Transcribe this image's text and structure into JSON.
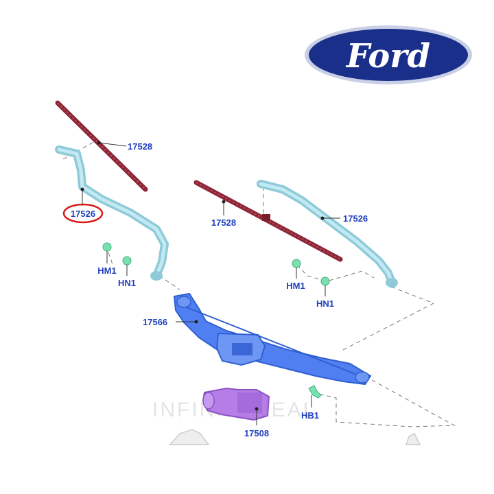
{
  "brand": {
    "name": "Ford",
    "logo_text": "Ford",
    "colors": {
      "oval": "#1a2f8a",
      "oval_edge": "#c9cfe6"
    }
  },
  "watermark": "INFINITEDEAL",
  "colors": {
    "blade": "#8c2535",
    "arm": "#9fd8e6",
    "linkage": "#4f7ff0",
    "motor": "#b57ee6",
    "fastener": "#7be0b0",
    "label": "#1f3fbf",
    "highlight": "#d81c1c"
  },
  "callouts": {
    "blade_left": "17528",
    "blade_right": "17528",
    "arm_left": "17526",
    "arm_right": "17526",
    "nut_m_left": "HM1",
    "nut_n_left": "HN1",
    "nut_m_right": "HM1",
    "nut_n_right": "HN1",
    "linkage": "17566",
    "motor": "17508",
    "bolt": "HB1"
  },
  "highlighted_callout": "17526"
}
